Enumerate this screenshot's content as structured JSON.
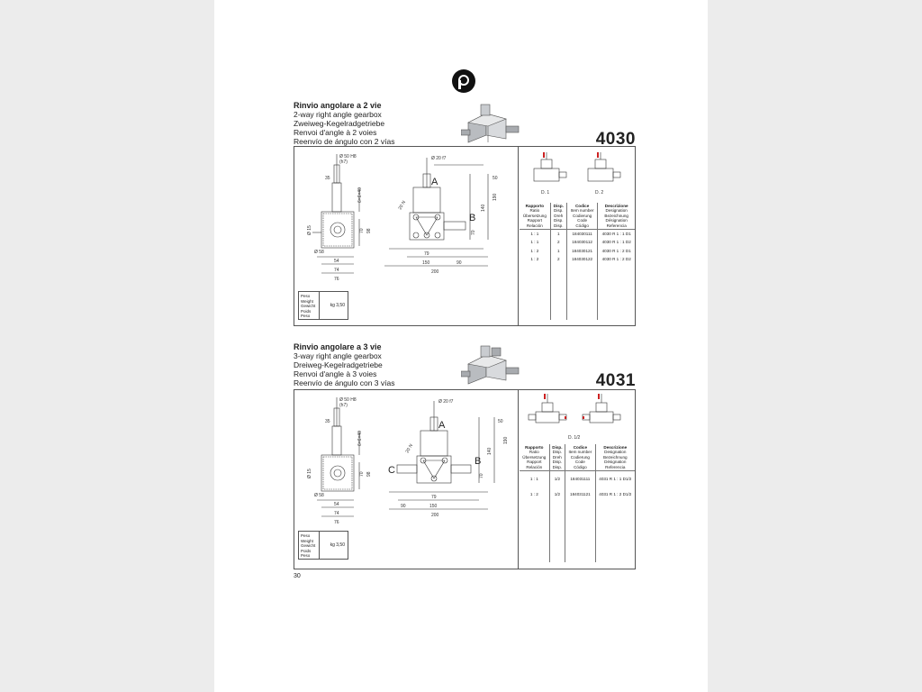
{
  "logo": {
    "icon": "brand-logo-icon"
  },
  "page_number": "30",
  "sections": [
    {
      "titles": [
        "Rinvio angolare a 2 vie",
        "2-way right angle gearbox",
        "Zweiweg-Kegelradgetriebe",
        "Renvoi d'angle à 2 voies",
        "Reenvío de ángulo con 2 vías"
      ],
      "model": "4030",
      "dims": {
        "shaft_dia": "Ø 20 f7",
        "shaft_dia_left": "Ø 50 H8",
        "h7": "(h7)",
        "d35": "35",
        "d50": "50",
        "d190": "190",
        "d140": "140",
        "d70": "70",
        "d79": "79",
        "d150": "150",
        "d90": "90",
        "d200": "200",
        "d15": "Ø 15",
        "d58": "Ø 58",
        "d54": "54",
        "d74": "74",
        "d76": "76",
        "d98": "98",
        "d70b": "70",
        "d65": "6×6×40",
        "d20n": "20 N",
        "labelA": "A",
        "labelB": "B"
      },
      "weight_labels": [
        "Peso",
        "Weight",
        "Gewicht",
        "Poids",
        "Peso"
      ],
      "weight_value": "kg 3,50",
      "diagrams": [
        "D. 1",
        "D. 2"
      ],
      "table_headers": [
        [
          "Rapporto",
          "Ratio",
          "Übersetzung",
          "Rapport",
          "Relación"
        ],
        [
          "Disp.",
          "Disp.",
          "Dreh",
          "Disp.",
          "Disp."
        ],
        [
          "Codice",
          "Item number",
          "Codierung",
          "Code",
          "Código"
        ],
        [
          "Descrizione",
          "Designation",
          "Bezeichnung",
          "Désignation",
          "Referencia"
        ]
      ],
      "rows": [
        [
          "1 : 1",
          "1",
          "184030111",
          "4030 R 1 : 1 D1"
        ],
        [
          "1 : 1",
          "2",
          "184030112",
          "4030 R 1 : 1 D2"
        ],
        [
          "1 : 2",
          "1",
          "184030121",
          "4030 R 1 : 2 D1"
        ],
        [
          "1 : 2",
          "2",
          "184030122",
          "4030 R 1 : 2 D2"
        ]
      ]
    },
    {
      "titles": [
        "Rinvio angolare a 3 vie",
        "3-way right angle gearbox",
        "Dreiweg-Kegelradgetriebe",
        "Renvoi d'angle à 3 voies",
        "Reenvío de ángulo con 3 vías"
      ],
      "model": "4031",
      "dims": {
        "shaft_dia": "Ø 20 f7",
        "shaft_dia_left": "Ø 50 H8",
        "h7": "(h7)",
        "d35": "35",
        "d50": "50",
        "d190": "190",
        "d140": "140",
        "d70": "70",
        "d79": "79",
        "d150": "150",
        "d90": "90",
        "d200": "200",
        "d15": "Ø 15",
        "d58": "Ø 58",
        "d54": "54",
        "d74": "74",
        "d76": "76",
        "d98": "98",
        "d70b": "70",
        "d65": "6×6×40",
        "d20n": "20 N",
        "labelA": "A",
        "labelB": "B",
        "labelC": "C"
      },
      "weight_labels": [
        "Peso",
        "Weight",
        "Gewicht",
        "Poids",
        "Peso"
      ],
      "weight_value": "kg 3,50",
      "diagrams": [
        "D. 1/2"
      ],
      "table_headers": [
        [
          "Rapporto",
          "Ratio",
          "Übersetzung",
          "Rapport",
          "Relación"
        ],
        [
          "Disp.",
          "Disp.",
          "Dreh",
          "Disp.",
          "Disp."
        ],
        [
          "Codice",
          "Item number",
          "Codierung",
          "Code",
          "Código"
        ],
        [
          "Descrizione",
          "Designation",
          "Bezeichnung",
          "Désignation",
          "Referencia"
        ]
      ],
      "rows": [
        [
          "1 : 1",
          "1/2",
          "184031111",
          "4031 R 1 : 1 D1/2"
        ],
        [
          "1 : 2",
          "1/2",
          "184031121",
          "4031 R 1 : 2 D1/2"
        ]
      ]
    }
  ]
}
